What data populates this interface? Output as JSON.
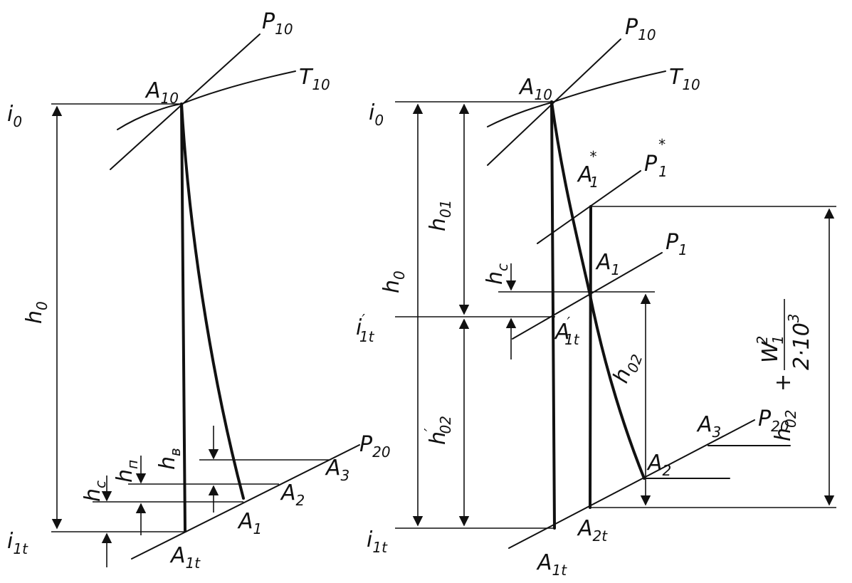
{
  "left": {
    "i0": {
      "main": "i",
      "sub": "0"
    },
    "i1t": {
      "main": "i",
      "sub": "1t"
    },
    "A10": {
      "main": "A",
      "sub": "10"
    },
    "A1t": {
      "main": "A",
      "sub": "1t"
    },
    "A1": {
      "main": "A",
      "sub": "1"
    },
    "A2": {
      "main": "A",
      "sub": "2"
    },
    "A3": {
      "main": "A",
      "sub": "3"
    },
    "P10": {
      "main": "P",
      "sub": "10"
    },
    "T10": {
      "main": "T",
      "sub": "10"
    },
    "P20": {
      "main": "P",
      "sub": "20"
    },
    "h0": {
      "main": "h",
      "sub": "0"
    },
    "hc": {
      "main": "h",
      "sub": "c"
    },
    "hn": {
      "main": "h",
      "sub": "п"
    },
    "hv": {
      "main": "h",
      "sub": "в"
    }
  },
  "right": {
    "i0": {
      "main": "i",
      "sub": "0"
    },
    "i1t_prime": {
      "main": "i",
      "sup": "′",
      "sub": "1t"
    },
    "i1t": {
      "main": "i",
      "sub": "1t"
    },
    "A10": {
      "main": "A",
      "sub": "10"
    },
    "A1star": {
      "main": "A",
      "sup": "*",
      "sub": "1"
    },
    "A1": {
      "main": "A",
      "sub": "1"
    },
    "A1t_prime": {
      "main": "A",
      "sup": "′",
      "sub": "1t"
    },
    "A2": {
      "main": "A",
      "sub": "2"
    },
    "A3": {
      "main": "A",
      "sub": "3"
    },
    "A1t": {
      "main": "A",
      "sub": "1t"
    },
    "A2t": {
      "main": "A",
      "sub": "2t"
    },
    "P10": {
      "main": "P",
      "sub": "10"
    },
    "T10": {
      "main": "T",
      "sub": "10"
    },
    "P1star": {
      "main": "P",
      "sup": "*",
      "sub": "1"
    },
    "P1": {
      "main": "P",
      "sub": "1"
    },
    "P20": {
      "main": "P",
      "sub": "20"
    },
    "h0": {
      "main": "h",
      "sub": "0"
    },
    "h01": {
      "main": "h",
      "sub": "01"
    },
    "h02_prime": {
      "main": "h",
      "sup": "′",
      "sub": "02"
    },
    "h02": {
      "main": "h",
      "sub": "02"
    },
    "hc": {
      "main": "h",
      "sub": "c"
    },
    "formula": {
      "base": "h",
      "base_sub": "02",
      "plus": "+",
      "num": "W",
      "num_sub": "1",
      "num_sup": "2",
      "den": "2·10",
      "den_sup": "3"
    }
  }
}
